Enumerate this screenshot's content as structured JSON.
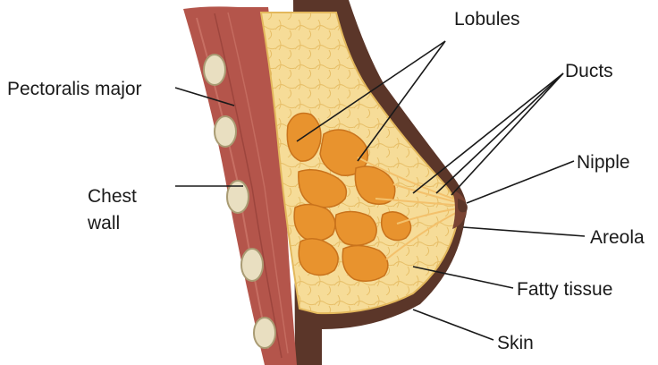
{
  "labels": {
    "pectoralis_major": "Pectoralis major",
    "chest_wall_line1": "Chest",
    "chest_wall_line2": "wall",
    "lobules": "Lobules",
    "ducts": "Ducts",
    "nipple": "Nipple",
    "areola": "Areola",
    "fatty_tissue": "Fatty tissue",
    "skin": "Skin"
  },
  "colors": {
    "skin_outer": "#5b3629",
    "skin_inner": "#6e4334",
    "muscle": "#b4554b",
    "muscle_light": "#cf7a6d",
    "fat": "#f6dc98",
    "fat_line": "#e3b85c",
    "lobule": "#e8932e",
    "lobule_edge": "#c9731c",
    "rib": "#e9dfc1",
    "rib_edge": "#a99b73",
    "areola": "#7a4433",
    "text": "#1a1a1a"
  }
}
